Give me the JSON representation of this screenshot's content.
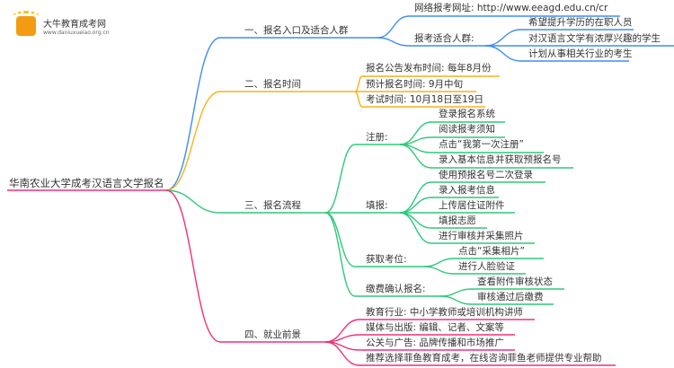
{
  "logo": {
    "title": "大牛教育成考网",
    "url": "www.daniuxueiao.org.cn"
  },
  "root": "华南农业大学成考汉语言文学报名",
  "colors": {
    "b1": "#3d8ef0",
    "b2": "#f5b21b",
    "b3": "#2ec87a",
    "b4": "#f0307a"
  },
  "b1": {
    "label": "一、报名入口及适合人群",
    "url": "网络报考网址: http://www.eeagd.edu.cn/cr",
    "group": "报考适合人群:",
    "items": [
      "希望提升学历的在职人员",
      "对汉语言文学有浓厚兴趣的学生",
      "计划从事相关行业的考生"
    ]
  },
  "b2": {
    "label": "二、报名时间",
    "items": [
      "报名公告发布时间: 每年8月份",
      "预计报名时间: 9月中旬",
      "考试时间: 10月18日至19日"
    ]
  },
  "b3": {
    "label": "三、报名流程",
    "reg": {
      "label": "注册:",
      "items": [
        "登录报名系统",
        "阅读报考须知",
        "点击“我第一次注册”",
        "录入基本信息并获取预报名号"
      ]
    },
    "fill": {
      "label": "填报:",
      "items": [
        "使用预报名号二次登录",
        "录入报考信息",
        "上传居住证附件",
        "填报志愿",
        "进行审核并采集照片"
      ]
    },
    "seat": {
      "label": "获取考位:",
      "items": [
        "点击“采集相片”",
        "进行人脸验证"
      ]
    },
    "pay": {
      "label": "缴费确认报名:",
      "items": [
        "查看附件审核状态",
        "审核通过后缴费"
      ]
    }
  },
  "b4": {
    "label": "四、就业前景",
    "items": [
      "教育行业: 中小学教师或培训机构讲师",
      "媒体与出版: 编辑、记者、文案等",
      "公关与广告: 品牌传播和市场推广",
      "推荐选择菲鱼教育成考，在线咨询菲鱼老师提供专业帮助"
    ]
  }
}
